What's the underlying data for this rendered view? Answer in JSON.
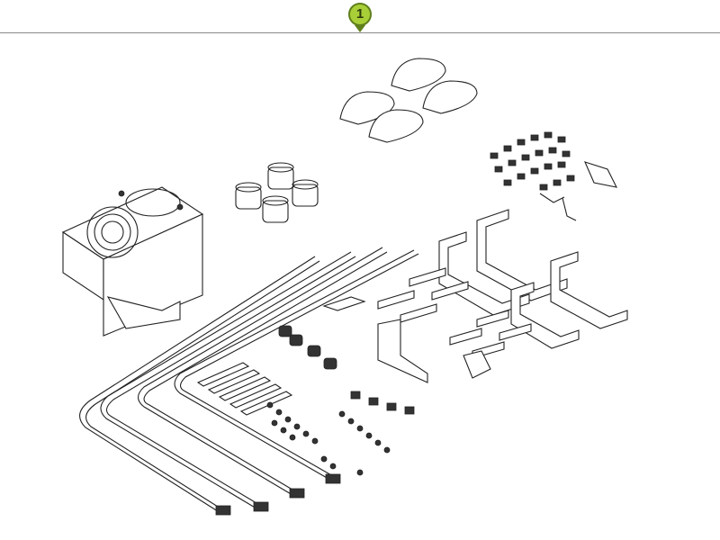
{
  "callout": {
    "number": "1"
  },
  "colors": {
    "badge_fill": "#a9cf38",
    "badge_border": "#5f7f1c",
    "rule": "#8a8a8a",
    "line_art": "#222222"
  },
  "parts": [
    "reservoir-unit",
    "sensor-caps",
    "pump-units",
    "fittings",
    "brackets",
    "mounting-plates",
    "hose-lines",
    "small-hardware"
  ]
}
